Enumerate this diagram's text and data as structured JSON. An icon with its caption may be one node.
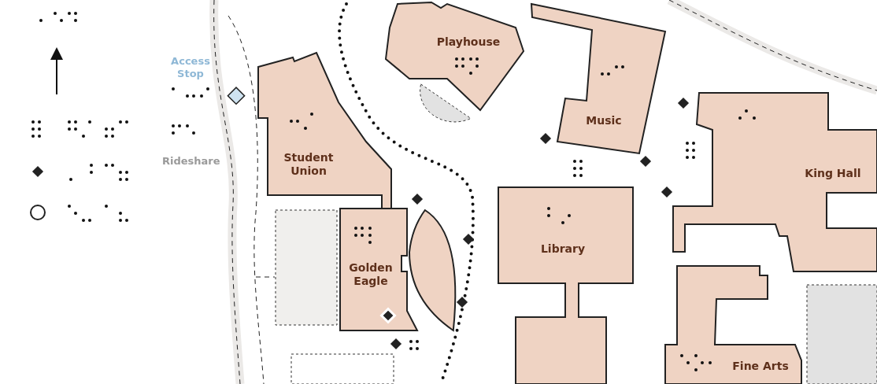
{
  "diagram": {
    "nodes": [
      {
        "text": [
          "Playhouse"
        ]
      },
      {
        "text": [
          "Music"
        ]
      },
      {
        "text": [
          "Student Union"
        ]
      },
      {
        "text": [
          "King Hall"
        ]
      },
      {
        "text": [
          "Golden Eagle"
        ]
      },
      {
        "text": [
          "Library"
        ]
      },
      {
        "text": [
          "Fine Arts"
        ]
      },
      {
        "text": [],
        "shape": "semicircle"
      },
      {
        "text": [],
        "shape": "box"
      },
      {
        "text": [],
        "shape": "lens"
      },
      {
        "text": [],
        "shape": "box"
      },
      {
        "text": [],
        "shape": "box"
      }
    ],
    "edges": [],
    "labels": [
      "Access Stop",
      "Rideshare"
    ]
  }
}
